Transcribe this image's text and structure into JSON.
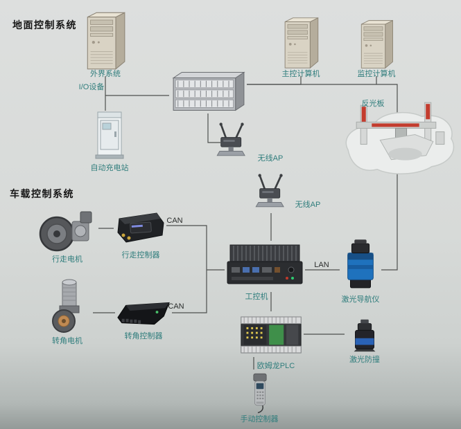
{
  "diagram": {
    "sections": {
      "ground": "地面控制系统",
      "vehicle": "车载控制系统"
    },
    "devices": {
      "external_system": "外界系统",
      "io_device": "I/O设备",
      "main_computer": "主控计算机",
      "monitor_computer": "监控计算机",
      "reflector_board": "反光板",
      "charging_station": "自动充电站",
      "wireless_ap_ground": "无线AP",
      "wireless_ap_vehicle": "无线AP",
      "travel_motor": "行走电机",
      "travel_controller": "行走控制器",
      "steering_motor": "转角电机",
      "steering_controller": "转角控制器",
      "industrial_pc": "工控机",
      "laser_navigator": "激光导航仪",
      "omron_plc": "欧姆龙PLC",
      "laser_anticollision": "激光防撞",
      "manual_controller": "手动控制器"
    },
    "bus_labels": {
      "can_travel": "CAN",
      "can_steering": "CAN",
      "lan": "LAN"
    },
    "colors": {
      "device_label": "#2f7d7c",
      "section_title": "#161616",
      "connection_line": "#4d4f4e",
      "gantry_accent": "#c33c2e",
      "laser_nav_body": "#1f72bd"
    }
  }
}
